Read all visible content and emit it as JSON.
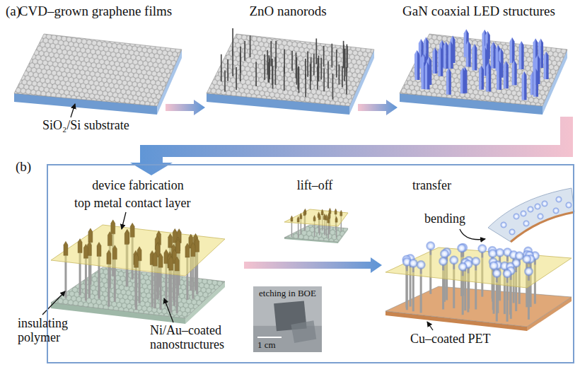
{
  "diagram": {
    "nodes": [
      {
        "text": [
          "(b)"
        ]
      },
      {
        "text": [
          "etching in BOE",
          "1 cm"
        ],
        "in": 0
      }
    ],
    "labels": [
      "(a)",
      "CVD–grown graphene films",
      "ZnO nanorods",
      "GaN coaxial LED structures",
      "SiO₂/Si substrate",
      "device fabrication",
      "lift–off",
      "transfer",
      "top metal contact layer",
      "bending",
      "insulating polymer",
      "Ni/Au–coated nanostructures",
      "Cu–coated PET"
    ]
  }
}
